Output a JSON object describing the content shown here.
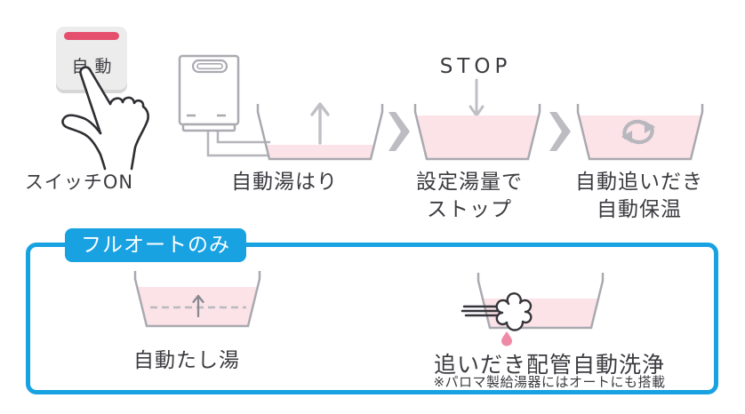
{
  "colors": {
    "accent_blue": "#18a2e2",
    "button_red": "#e5506e",
    "water_pink": "#fbe3e7",
    "droplet_pink": "#ef8aa6",
    "outline_gray": "#a9a9b0",
    "arrow_gray": "#bfbfc5",
    "text": "#3b3b40"
  },
  "flow": {
    "step1": {
      "button_label": "自動",
      "caption": "スイッチON"
    },
    "step2": {
      "caption": "自動湯はり"
    },
    "step3": {
      "stop_label": "STOP",
      "caption_line1": "設定湯量で",
      "caption_line2": "ストップ"
    },
    "step4": {
      "caption_line1": "自動追いだき",
      "caption_line2": "自動保温"
    }
  },
  "full_auto": {
    "badge": "フルオートのみ",
    "step5": {
      "caption": "自動たし湯"
    },
    "step6": {
      "caption": "追いだき配管自動洗浄",
      "note": "※パロマ製給湯器にはオートにも搭載"
    }
  },
  "icons": {
    "pointing_hand": "hand with extended index finger pressing button",
    "water_heater": "wall-mounted gas water heater with pipes",
    "up_arrow": "↑",
    "down_arrow": "↓",
    "chevron_right": "❯",
    "recycle": "circulating arrows",
    "steam_puff": "whoosh cloud with speed lines",
    "droplet": "pink water drop"
  }
}
